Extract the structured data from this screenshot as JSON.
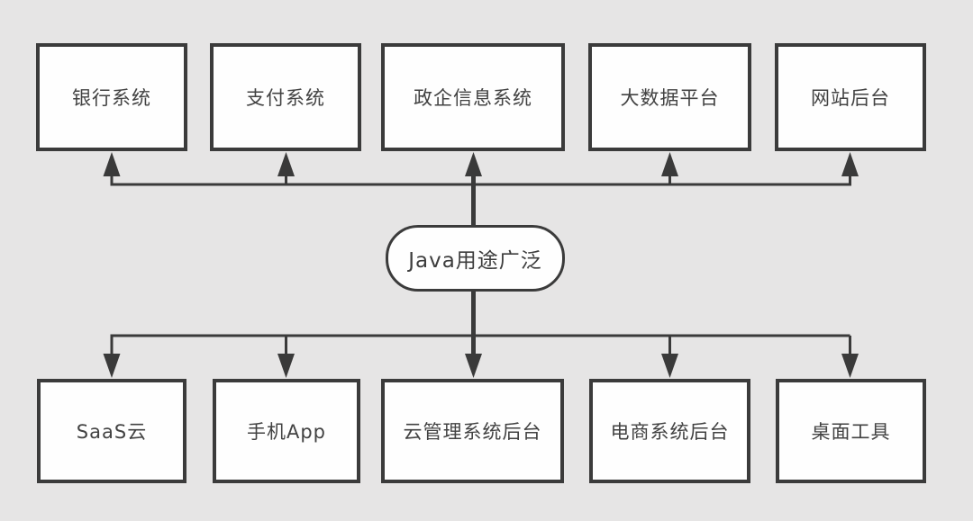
{
  "diagram": {
    "title": "Java uses diagram",
    "center": {
      "label": "Java用途广泛"
    },
    "top_nodes": [
      {
        "id": "bank-system",
        "label": "银行系统"
      },
      {
        "id": "payment-system",
        "label": "支付系统"
      },
      {
        "id": "gov-enterprise-info-system",
        "label": "政企信息系统"
      },
      {
        "id": "big-data-platform",
        "label": "大数据平台"
      },
      {
        "id": "website-backend",
        "label": "网站后台"
      }
    ],
    "bottom_nodes": [
      {
        "id": "saas-cloud",
        "label": "SaaS云"
      },
      {
        "id": "mobile-app",
        "label": "手机App"
      },
      {
        "id": "cloud-management-backend",
        "label": "云管理系统后台"
      },
      {
        "id": "ecommerce-backend",
        "label": "电商系统后台"
      },
      {
        "id": "desktop-tools",
        "label": "桌面工具"
      }
    ],
    "edges": [
      {
        "from": "Java用途广泛",
        "to": "银行系统"
      },
      {
        "from": "Java用途广泛",
        "to": "支付系统"
      },
      {
        "from": "Java用途广泛",
        "to": "政企信息系统"
      },
      {
        "from": "Java用途广泛",
        "to": "大数据平台"
      },
      {
        "from": "Java用途广泛",
        "to": "网站后台"
      },
      {
        "from": "Java用途广泛",
        "to": "SaaS云"
      },
      {
        "from": "Java用途广泛",
        "to": "手机App"
      },
      {
        "from": "Java用途广泛",
        "to": "云管理系统后台"
      },
      {
        "from": "Java用途广泛",
        "to": "电商系统后台"
      },
      {
        "from": "Java用途广泛",
        "to": "桌面工具"
      }
    ],
    "colors": {
      "background": "#e6e5e5",
      "node_fill": "#fefefe",
      "node_border": "#3b3b3b",
      "text": "#424242",
      "line": "#3a3a3a"
    }
  }
}
